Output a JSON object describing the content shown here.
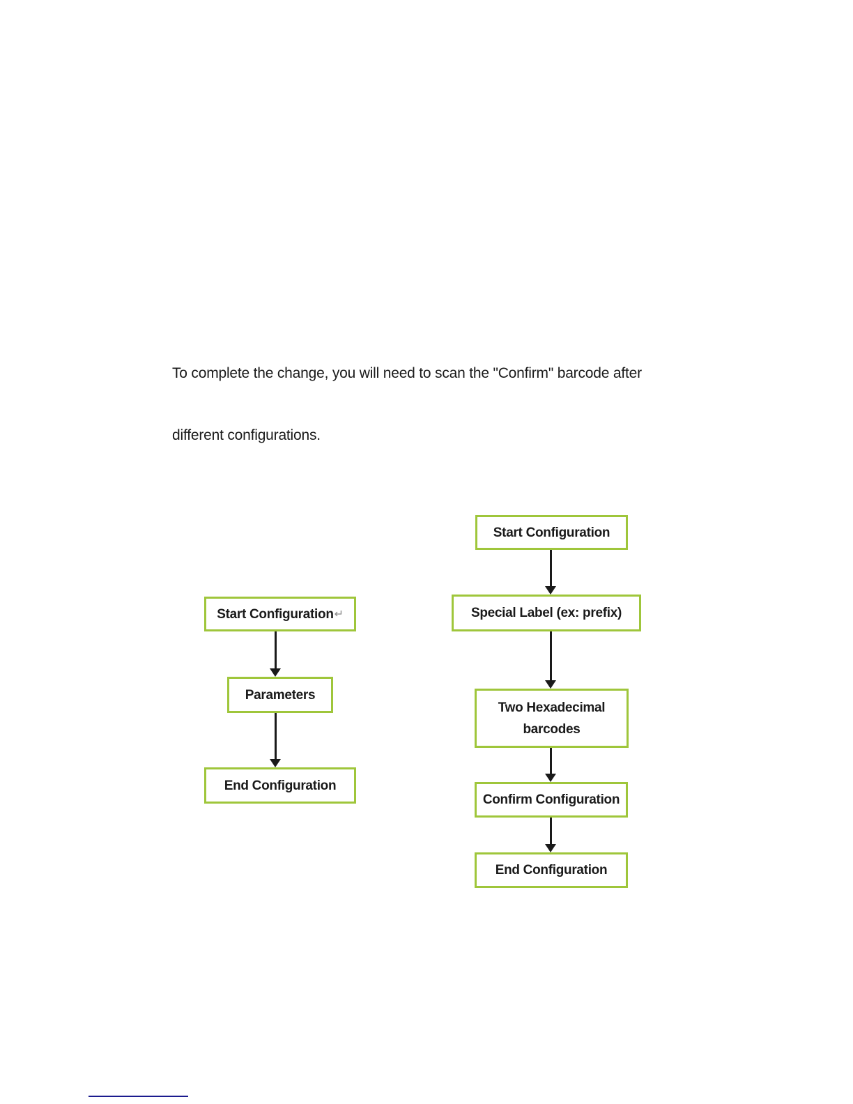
{
  "colors": {
    "box_border": "#9fc63b",
    "box_text": "#1a1a1a",
    "arrow": "#1a1a1a",
    "rule": "#1b1b8e",
    "body_text": "#1a1a1a"
  },
  "paragraph": {
    "line1": "To complete the change, you will need to scan the \"Confirm\" barcode after",
    "line2": "different configurations."
  },
  "flowcharts": {
    "left": {
      "nodes": [
        {
          "label": "Start Configuration",
          "return_mark": "↵"
        },
        {
          "label": "Parameters"
        },
        {
          "label": "End Configuration"
        }
      ]
    },
    "right": {
      "nodes": [
        {
          "label": "Start Configuration"
        },
        {
          "label": "Special Label (ex: prefix)"
        },
        {
          "label": "Two Hexadecimal barcodes"
        },
        {
          "label": "Confirm Configuration"
        },
        {
          "label": "End Configuration"
        }
      ]
    }
  }
}
